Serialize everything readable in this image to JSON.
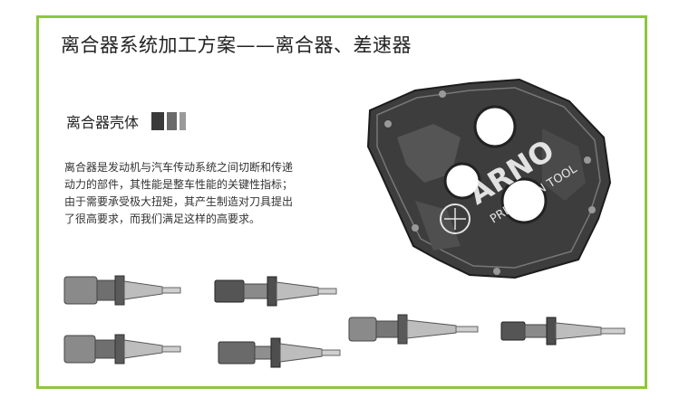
{
  "page": {
    "title": "离合器系统加工方案——离合器、差速器",
    "subtitle": "离合器壳体",
    "description": "离合器是发动机与汽车传动系统之间切断和传递动力的部件，其性能是整车性能的关键性指标；由于需要承受极大扭矩，其产生制造对刀具提出了很高要求，而我们满足这样的高要求。"
  },
  "colors": {
    "frame": "#8dc63f",
    "swatch_dark": "#3a3a3a",
    "swatch_mid": "#6a6a6a",
    "swatch_light": "#9a9a9a"
  },
  "watermark": {
    "brand": "ARNO",
    "tagline": "PRECISION TOOL"
  }
}
